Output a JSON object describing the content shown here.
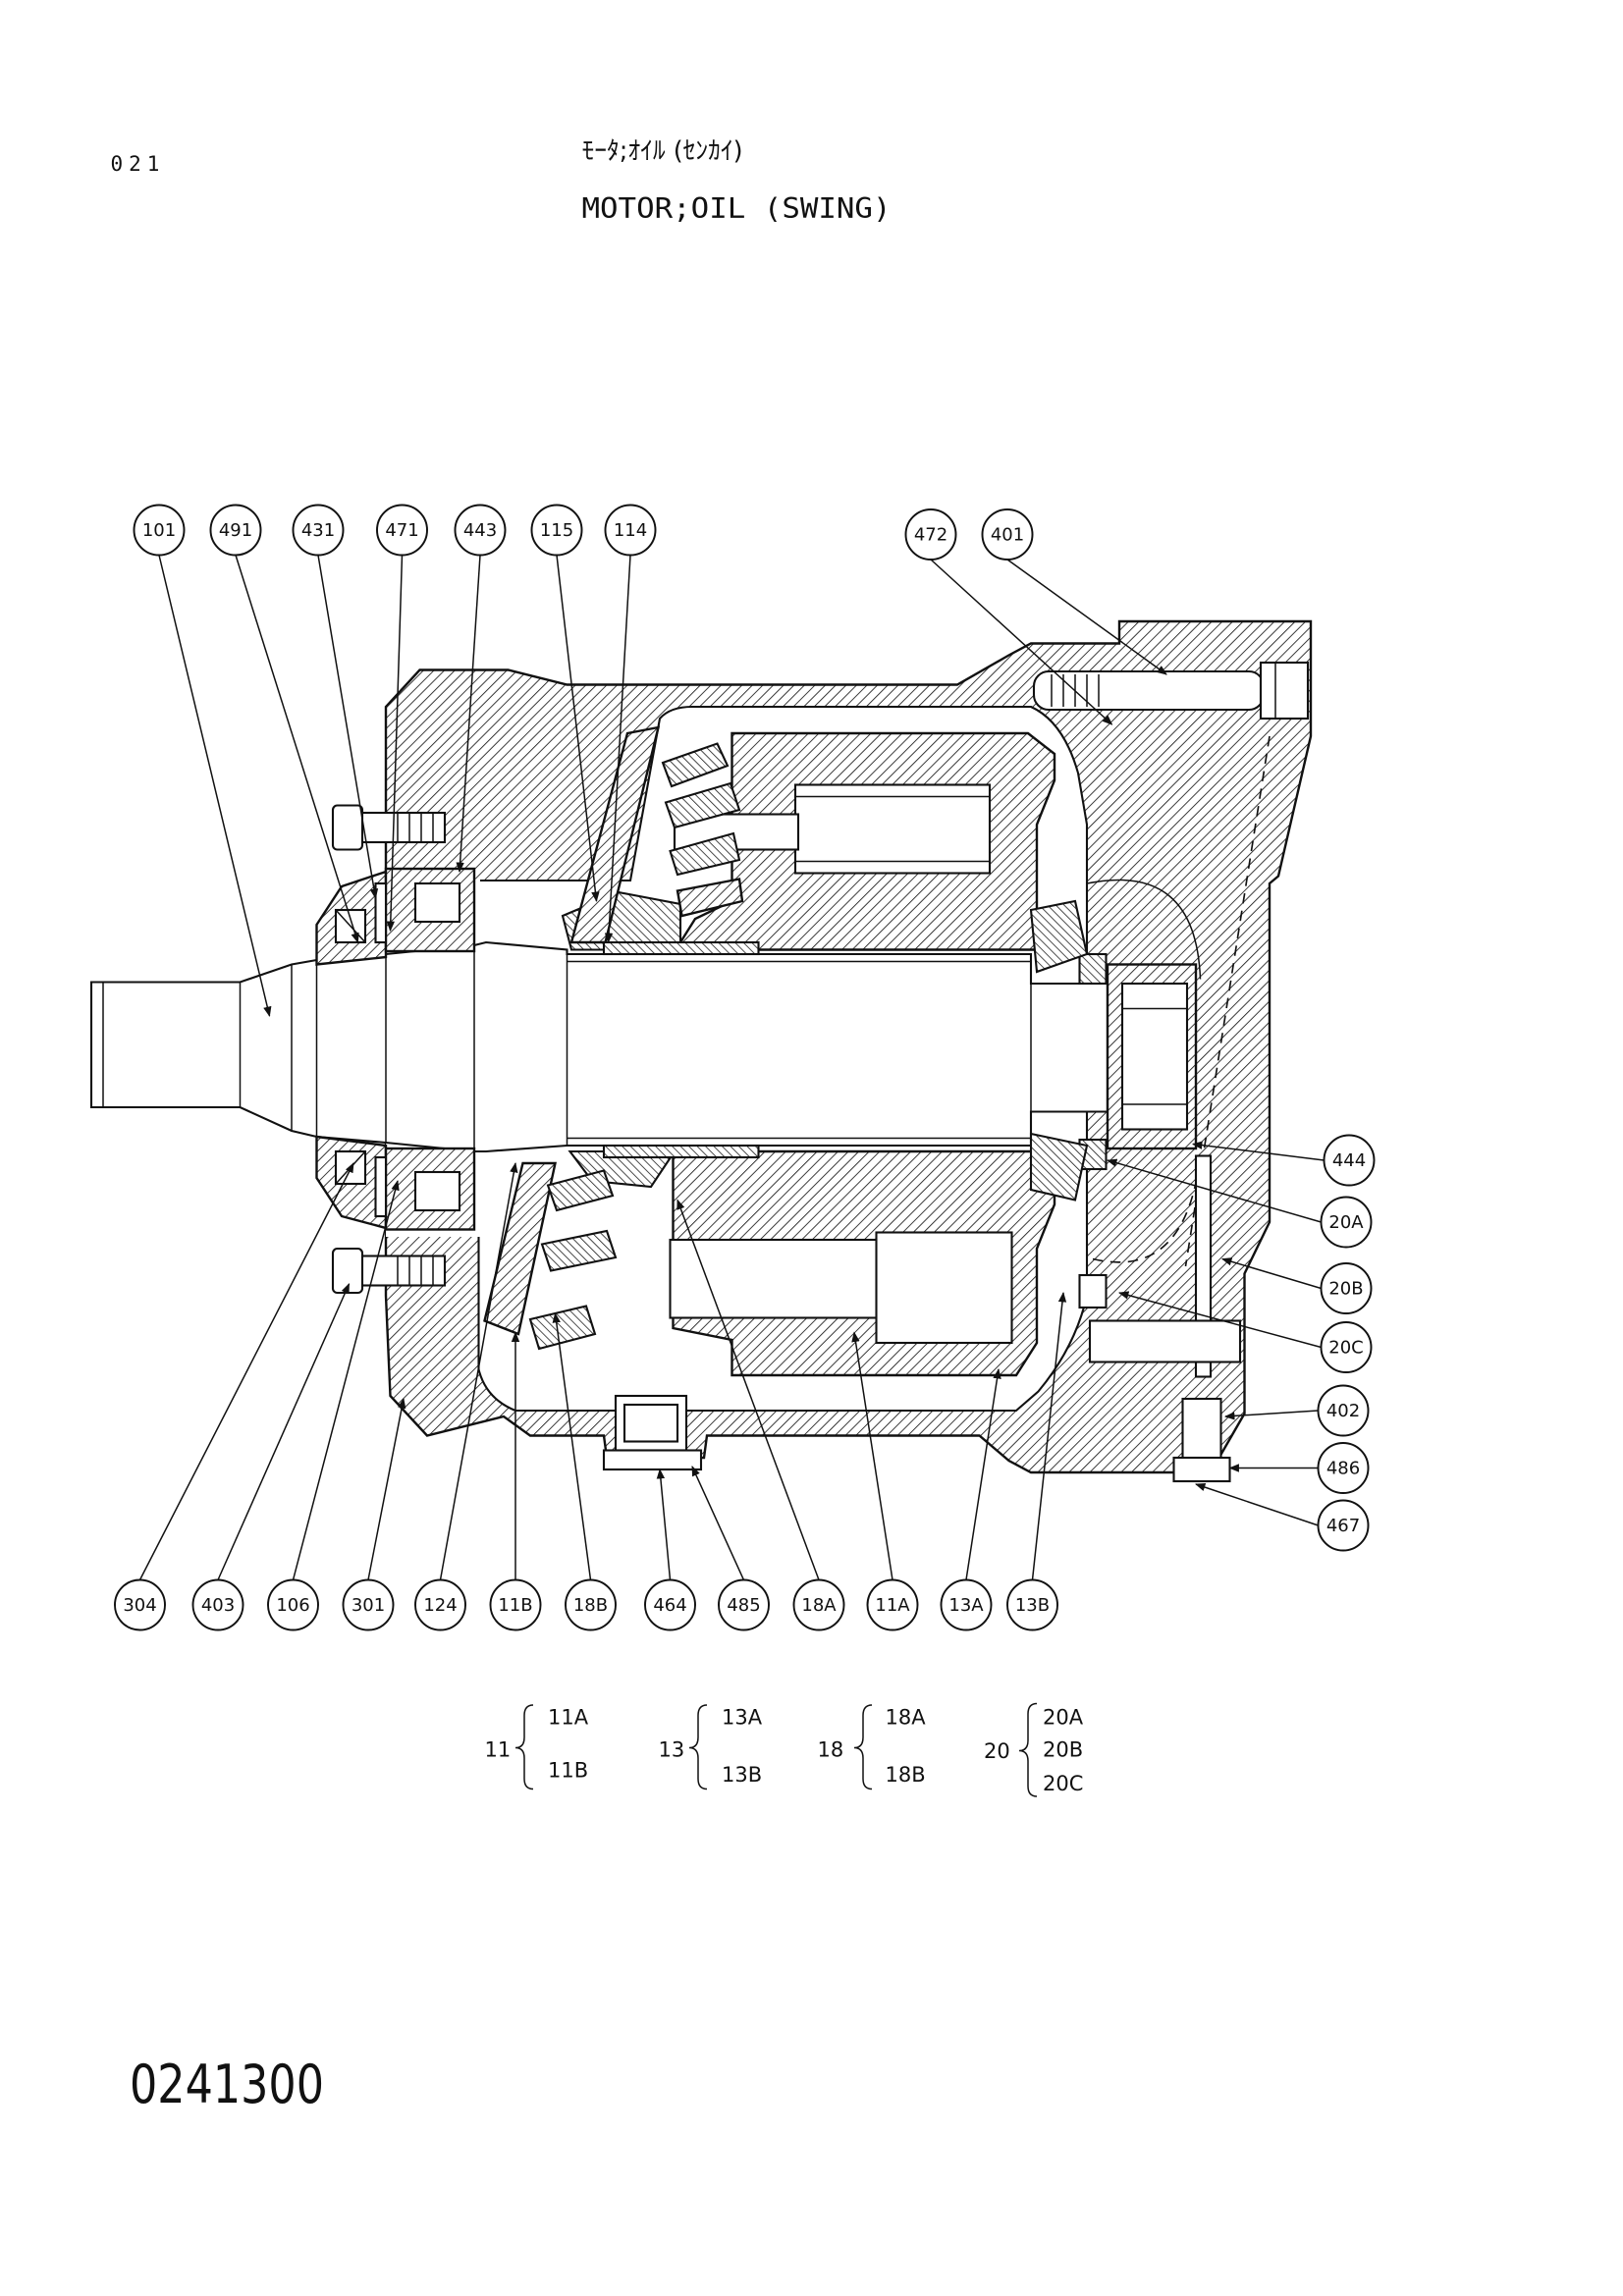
{
  "page": {
    "sheet_no": "021",
    "drawing_no": "0241300"
  },
  "title": {
    "jp": "ﾓｰﾀ;ｵｲﾙ (ｾﾝｶｲ)",
    "en": "MOTOR;OIL (SWING)"
  },
  "callouts": {
    "top": [
      "101",
      "491",
      "431",
      "471",
      "443",
      "115",
      "114",
      "472",
      "401"
    ],
    "right": [
      "444",
      "20A",
      "20B",
      "20C",
      "402",
      "486",
      "467"
    ],
    "bottom": [
      "304",
      "403",
      "106",
      "301",
      "124",
      "11B",
      "18B",
      "464",
      "485",
      "18A",
      "11A",
      "13A",
      "13B"
    ]
  },
  "legend": [
    {
      "group": "11",
      "items": [
        "11A",
        "11B"
      ]
    },
    {
      "group": "13",
      "items": [
        "13A",
        "13B"
      ]
    },
    {
      "group": "18",
      "items": [
        "18A",
        "18B"
      ]
    },
    {
      "group": "20",
      "items": [
        "20A",
        "20B",
        "20C"
      ]
    }
  ]
}
